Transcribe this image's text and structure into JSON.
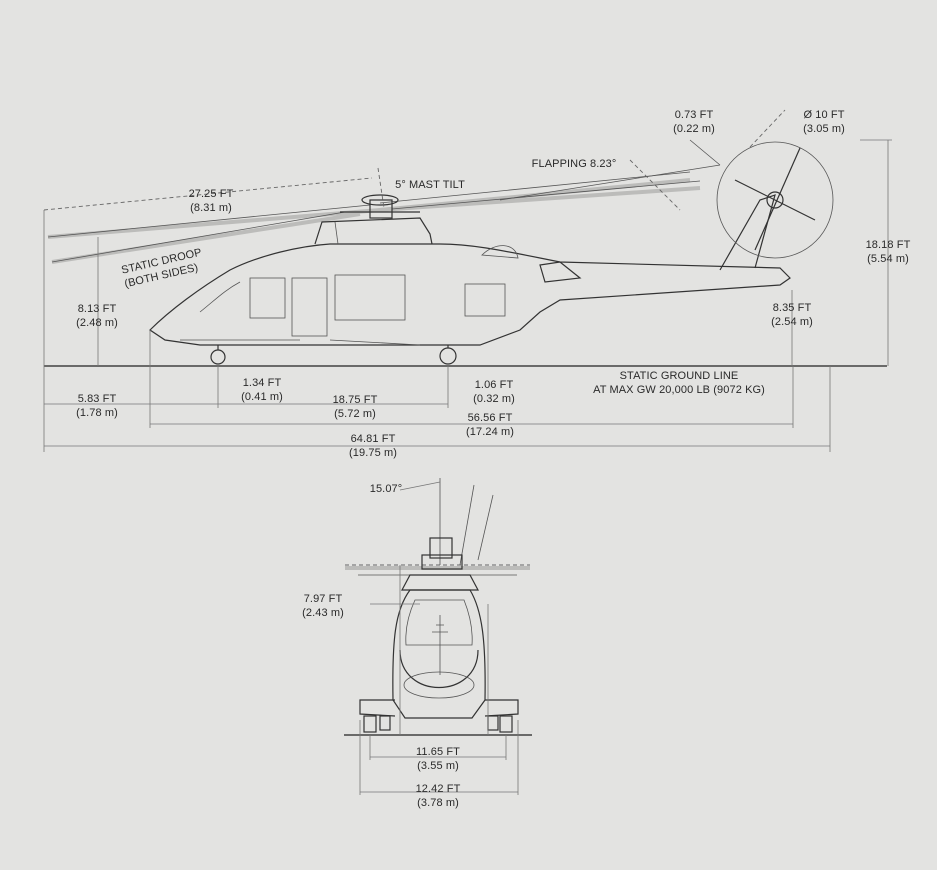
{
  "side_view": {
    "labels": {
      "mast_tilt": "5° MAST TILT",
      "flapping": "FLAPPING 8.23°",
      "static_droop": "STATIC DROOP",
      "static_droop_sub": "(BOTH SIDES)",
      "ground_line": "STATIC GROUND LINE",
      "ground_line_sub": "AT MAX GW 20,000 LB (9072 KG)"
    },
    "dimensions": {
      "tail_rotor_blade": {
        "ft": "0.73 FT",
        "m": "(0.22 m)"
      },
      "tail_rotor_diameter": {
        "ft": "Ø 10 FT",
        "m": "(3.05 m)"
      },
      "rotor_radius": {
        "ft": "27.25 FT",
        "m": "(8.31 m)"
      },
      "height_total": {
        "ft": "18.18 FT",
        "m": "(5.54 m)"
      },
      "rotor_droop_height": {
        "ft": "8.13 FT",
        "m": "(2.48 m)"
      },
      "tail_height": {
        "ft": "8.35 FT",
        "m": "(2.54 m)"
      },
      "nose_gear": {
        "ft": "1.34 FT",
        "m": "(0.41 m)"
      },
      "main_gear": {
        "ft": "1.06 FT",
        "m": "(0.32 m)"
      },
      "nose_offset": {
        "ft": "5.83 FT",
        "m": "(1.78 m)"
      },
      "wheelbase": {
        "ft": "18.75 FT",
        "m": "(5.72 m)"
      },
      "fuselage_length": {
        "ft": "56.56 FT",
        "m": "(17.24 m)"
      },
      "overall_length": {
        "ft": "64.81 FT",
        "m": "(19.75 m)"
      }
    }
  },
  "front_view": {
    "tilt_angle": "15.07°",
    "dimensions": {
      "height": {
        "ft": "7.97 FT",
        "m": "(2.43 m)"
      },
      "track": {
        "ft": "11.65 FT",
        "m": "(3.55 m)"
      },
      "width": {
        "ft": "12.42 FT",
        "m": "(3.78 m)"
      }
    }
  }
}
